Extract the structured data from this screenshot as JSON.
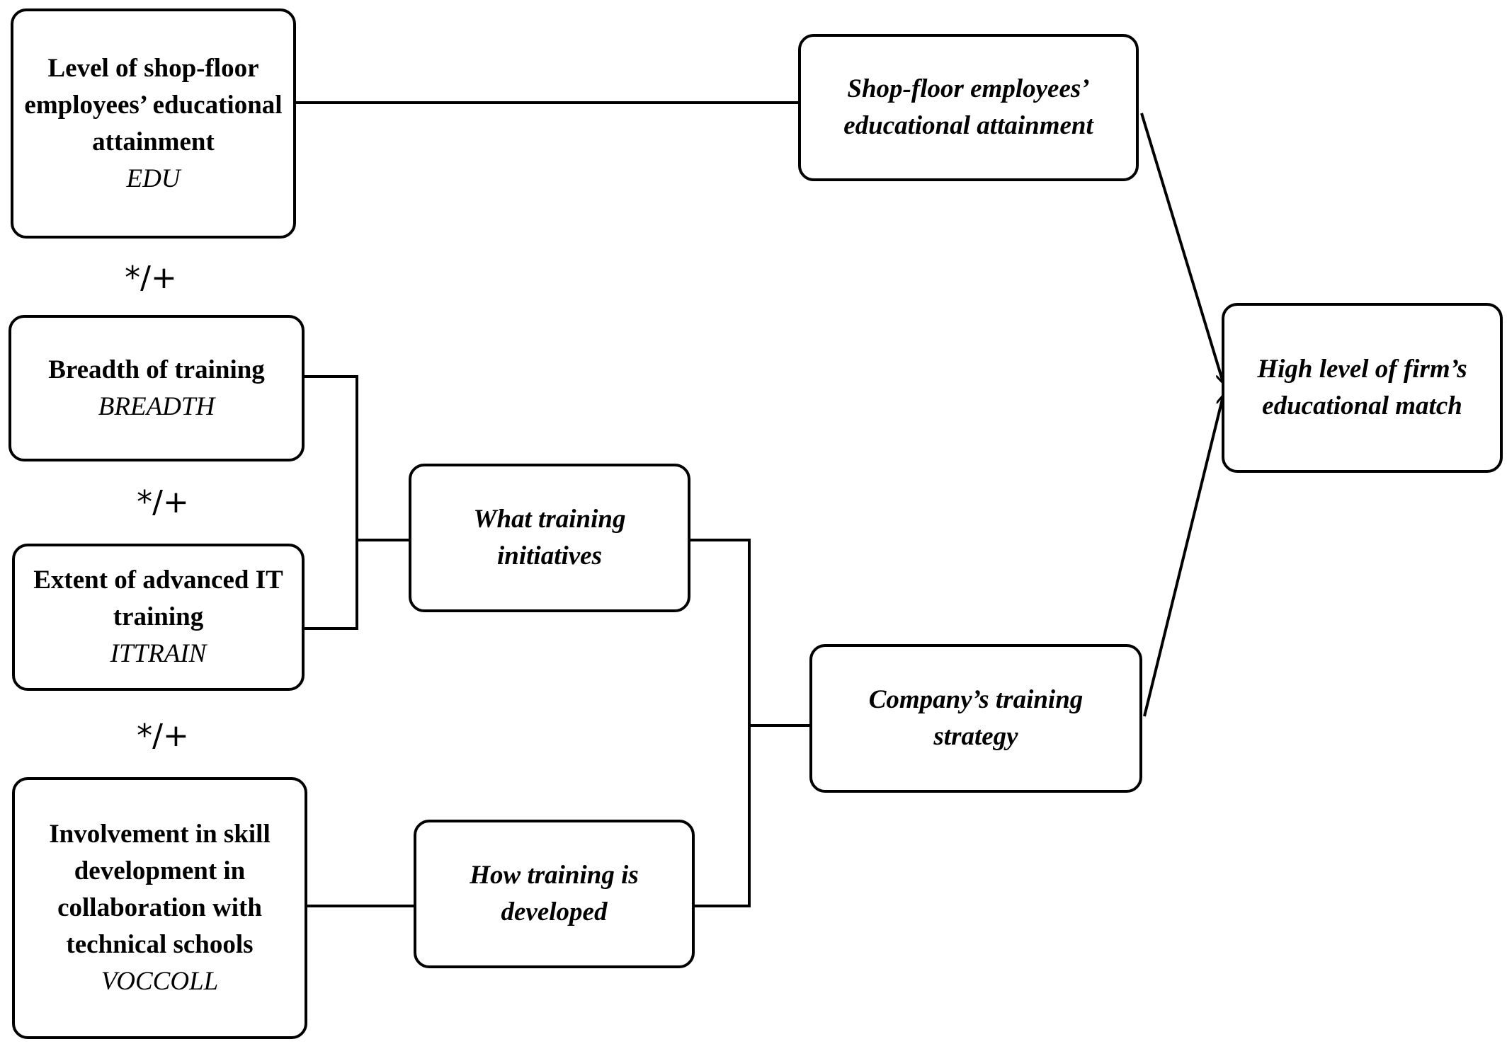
{
  "nodes": {
    "edu": {
      "title": "Level of shop-floor employees’ educational attainment",
      "code": "EDU"
    },
    "breadth": {
      "title": "Breadth of training",
      "code": "BREADTH"
    },
    "ittrain": {
      "title": "Extent of advanced IT training",
      "code": "ITTRAIN"
    },
    "voccoll": {
      "title": "Involvement in skill development in collaboration with technical schools",
      "code": "VOCCOLL"
    },
    "what_training": {
      "title": "What training initiatives"
    },
    "how_training": {
      "title": "How training is developed"
    },
    "shopfloor": {
      "title": "Shop-floor employees’ educational attainment"
    },
    "strategy": {
      "title": "Company’s training strategy"
    },
    "outcome": {
      "title": "High level of firm’s educational match"
    }
  },
  "operators": [
    "*/+",
    "*/+",
    "*/+"
  ]
}
